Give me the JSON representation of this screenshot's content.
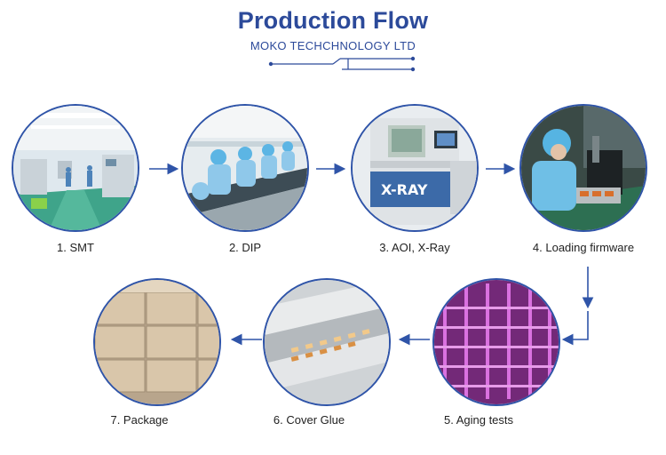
{
  "header": {
    "title": "Production Flow",
    "subtitle": "MOKO TECHCHNOLOGY LTD"
  },
  "steps": [
    {
      "label": "1. SMT",
      "scene": "factory-floor"
    },
    {
      "label": "2. DIP",
      "scene": "assembly-line"
    },
    {
      "label": "3. AOI, X-Ray",
      "scene": "xray-machine"
    },
    {
      "label": "4. Loading firmware",
      "scene": "firmware-station"
    },
    {
      "label": "5. Aging tests",
      "scene": "aging-rack"
    },
    {
      "label": "6. Cover Glue",
      "scene": "led-strips"
    },
    {
      "label": "7. Package",
      "scene": "cardboard-boxes"
    }
  ],
  "colors": {
    "accent": "#2c4a9a",
    "ring": "#2f54a8",
    "arrow": "#2f54a8"
  }
}
